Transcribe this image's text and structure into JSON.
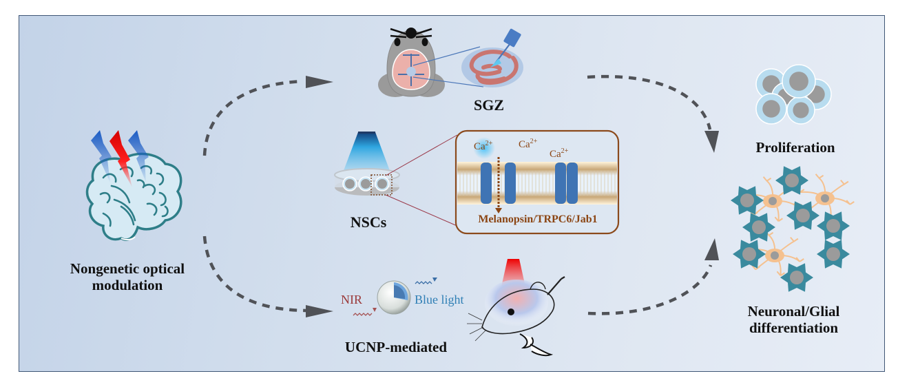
{
  "figure": {
    "source_label": "Nongenetic optical modulation",
    "source_label_lines": [
      "Nongenetic optical",
      "modulation"
    ],
    "routes": [
      {
        "id": "sgz",
        "label": "SGZ"
      },
      {
        "id": "nscs",
        "label": "NSCs"
      },
      {
        "id": "ucnp",
        "label": "UCNP-mediated"
      }
    ],
    "membrane_inset": {
      "ions": [
        "Ca2+",
        "Ca2+",
        "Ca2+"
      ],
      "ion_base": "Ca",
      "ion_charge": "2+",
      "pathway_label": "Melanopsin/TRPC6/Jab1"
    },
    "ucnp": {
      "input_label": "NIR",
      "output_label": "Blue light"
    },
    "outcomes": [
      {
        "id": "proliferation",
        "label": "Proliferation"
      },
      {
        "id": "differentiation",
        "label": "Neuronal/Glial differentiation",
        "lines": [
          "Neuronal/Glial",
          "differentiation"
        ]
      }
    ],
    "colors": {
      "panel_border": "#3f5675",
      "arrow": "#505257",
      "inset_border": "#8b4a1c",
      "pathway_text": "#8b4513",
      "nir_text": "#9b3a3a",
      "blue_light_text": "#2f7fb5",
      "glial_cell": "#3a8a9e",
      "neuron": "#f5c18f",
      "progenitor_cell": "#b8dcef",
      "nucleus": "#9b9b9b",
      "light_red": "#e01010",
      "light_blue": "#1a5bc4"
    }
  }
}
